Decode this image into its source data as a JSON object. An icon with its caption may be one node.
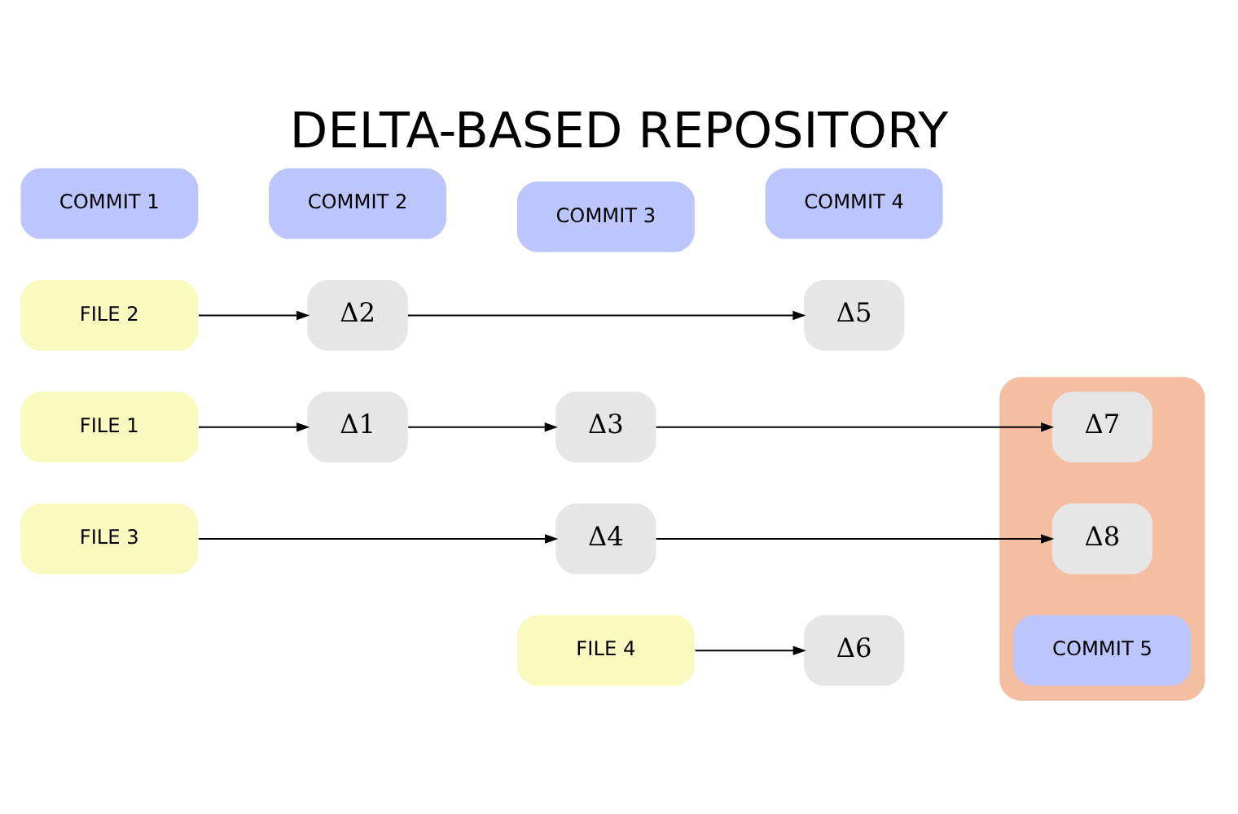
{
  "diagram": {
    "title": "DELTA-BASED REPOSITORY",
    "nodes": [
      {
        "text": [
          "COMMIT 1"
        ]
      },
      {
        "text": [
          "COMMIT 2"
        ]
      },
      {
        "text": [
          "COMMIT 3"
        ]
      },
      {
        "text": [
          "COMMIT 4"
        ]
      },
      {
        "text": [],
        "shape": "box"
      },
      {
        "text": [
          "COMMIT 5"
        ],
        "in": 4
      },
      {
        "text": [
          "FILE 1"
        ]
      },
      {
        "text": [
          "Δ1"
        ]
      },
      {
        "text": [
          "Δ3"
        ]
      },
      {
        "text": [
          "Δ7"
        ],
        "in": 4
      },
      {
        "text": [
          "FILE 2"
        ]
      },
      {
        "text": [
          "Δ2"
        ]
      },
      {
        "text": [
          "Δ5"
        ]
      },
      {
        "text": [
          "FILE 3"
        ]
      },
      {
        "text": [
          "Δ4"
        ]
      },
      {
        "text": [
          "Δ8"
        ],
        "in": 4
      },
      {
        "text": [
          "FILE 4"
        ]
      },
      {
        "text": [
          "Δ6"
        ]
      }
    ],
    "edges": [
      {
        "from": 6,
        "to": 7,
        "arrow": "to"
      },
      {
        "from": 7,
        "to": 8,
        "arrow": "to"
      },
      {
        "from": 8,
        "to": 9,
        "arrow": "to"
      },
      {
        "from": 10,
        "to": 11,
        "arrow": "to"
      },
      {
        "from": 11,
        "to": 12,
        "arrow": "to"
      },
      {
        "from": 13,
        "to": 14,
        "arrow": "to"
      },
      {
        "from": 14,
        "to": 15,
        "arrow": "to"
      },
      {
        "from": 16,
        "to": 17,
        "arrow": "to"
      }
    ]
  }
}
